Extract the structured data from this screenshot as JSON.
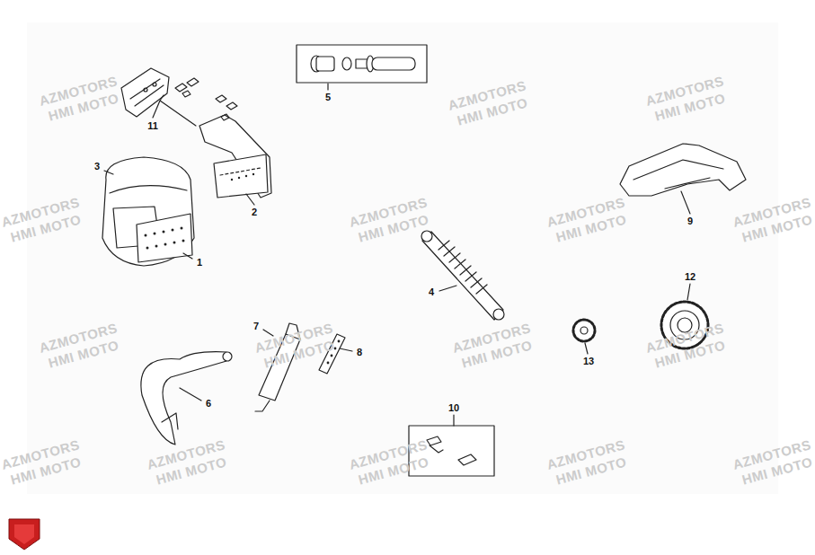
{
  "diagram": {
    "labels": [
      "5",
      "11",
      "3",
      "2",
      "9",
      "1",
      "4",
      "12",
      "7",
      "8",
      "13",
      "6",
      "10",
      "AZMOTORS",
      "HMI MOTO",
      "AZMOTORS",
      "HMI MOTO",
      "AZMOTORS",
      "HMI MOTO",
      "AZMOTORS",
      "HMI MOTO",
      "AZMOTORS",
      "HMI MOTO",
      "AZMOTORS",
      "HMI MOTO",
      "AZMOTORS",
      "HMI MOTO",
      "AZMOTORS",
      "HMI MOTO",
      "AZMOTORS",
      "HMI MOTO",
      "AZMOTORS",
      "HMI MOTO",
      "AZMOTORS",
      "HMI MOTO",
      "AZMOTORS",
      "HMI MOTO",
      "AZMOTORS",
      "HMI MOTO",
      "AZMOTORS",
      "HMI MOTO",
      "AZMOTORS",
      "HMI MOTO",
      "AZMOTORS",
      "HMI MOTO"
    ]
  }
}
